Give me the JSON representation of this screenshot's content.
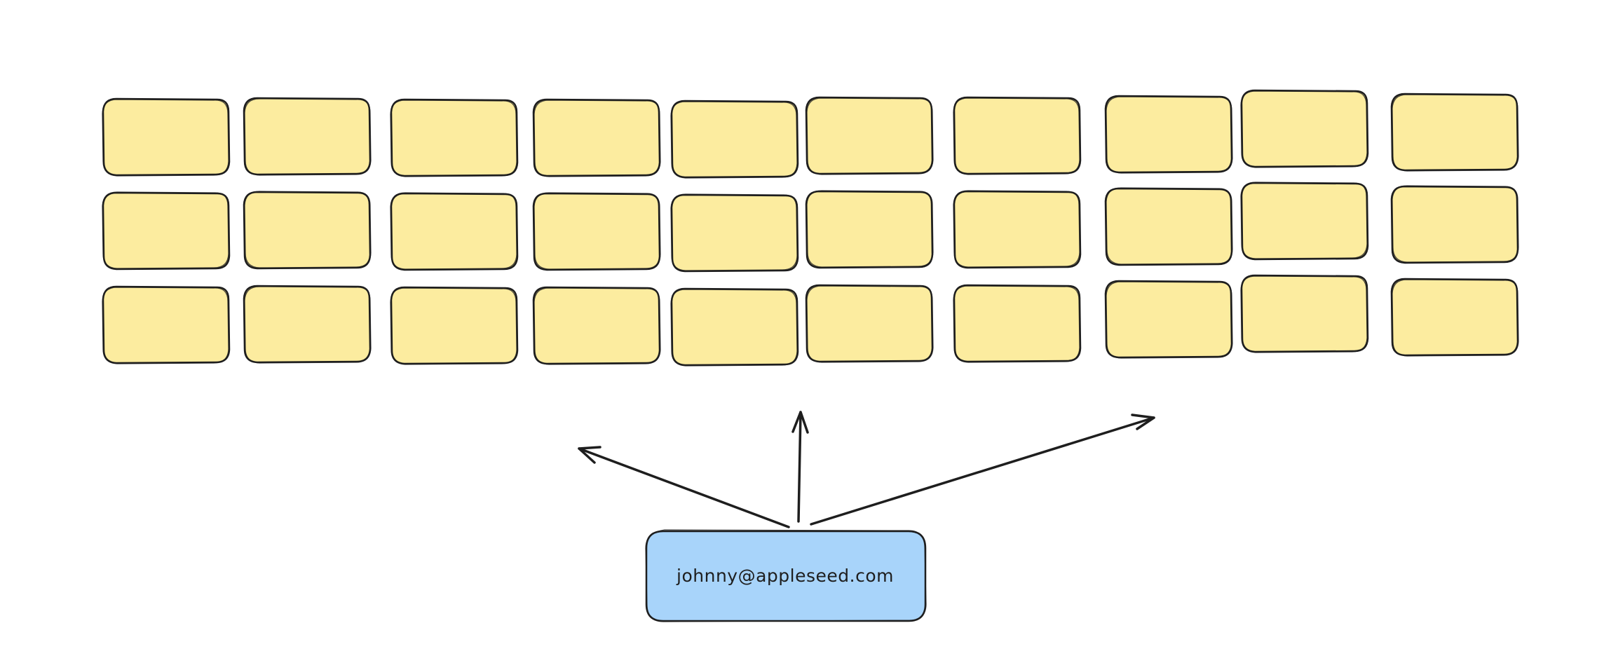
{
  "diagram": {
    "source_node": {
      "label": "johnny@appleseed.com",
      "fill_color": "#a8d4fa",
      "stroke_color": "#1e1e1e"
    },
    "card_grid": {
      "rows": 3,
      "columns": 10,
      "fill_color": "#fcec9f",
      "stroke_color": "#1e1e1e"
    },
    "arrows": [
      {
        "direction": "up-left"
      },
      {
        "direction": "up"
      },
      {
        "direction": "up-right"
      }
    ]
  }
}
